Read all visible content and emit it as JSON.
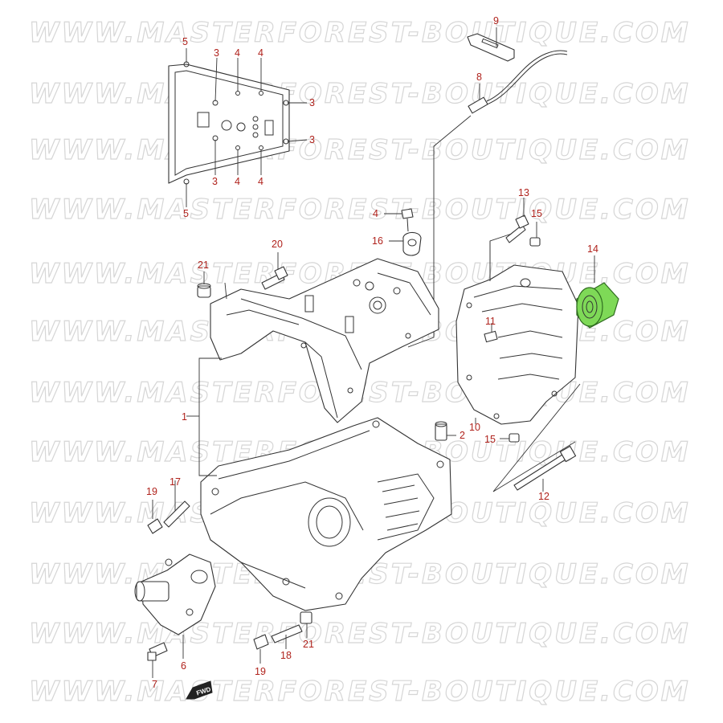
{
  "watermark": {
    "text": "WWW.MASTERFOREST-BOUTIQUE.COM"
  },
  "callouts": [
    {
      "id": "c-9",
      "label": "9"
    },
    {
      "id": "c-8",
      "label": "8"
    },
    {
      "id": "c-5a",
      "label": "5"
    },
    {
      "id": "c-3a",
      "label": "3"
    },
    {
      "id": "c-4a",
      "label": "4"
    },
    {
      "id": "c-4b",
      "label": "4"
    },
    {
      "id": "c-3b",
      "label": "3"
    },
    {
      "id": "c-3c",
      "label": "3"
    },
    {
      "id": "c-3d",
      "label": "3"
    },
    {
      "id": "c-4c",
      "label": "4"
    },
    {
      "id": "c-4d",
      "label": "4"
    },
    {
      "id": "c-5b",
      "label": "5"
    },
    {
      "id": "c-13",
      "label": "13"
    },
    {
      "id": "c-4e",
      "label": "4"
    },
    {
      "id": "c-15a",
      "label": "15"
    },
    {
      "id": "c-16",
      "label": "16"
    },
    {
      "id": "c-20",
      "label": "20"
    },
    {
      "id": "c-14",
      "label": "14"
    },
    {
      "id": "c-21a",
      "label": "21"
    },
    {
      "id": "c-11",
      "label": "11"
    },
    {
      "id": "c-1",
      "label": "1"
    },
    {
      "id": "c-10",
      "label": "10"
    },
    {
      "id": "c-2",
      "label": "2"
    },
    {
      "id": "c-15b",
      "label": "15"
    },
    {
      "id": "c-19a",
      "label": "19"
    },
    {
      "id": "c-17",
      "label": "17"
    },
    {
      "id": "c-12",
      "label": "12"
    },
    {
      "id": "c-6",
      "label": "6"
    },
    {
      "id": "c-21b",
      "label": "21"
    },
    {
      "id": "c-18",
      "label": "18"
    },
    {
      "id": "c-7",
      "label": "7"
    },
    {
      "id": "c-19b",
      "label": "19"
    }
  ],
  "fwd_badge": {
    "text": "FWD"
  },
  "highlight": {
    "part_number": "14",
    "color": "#7ed957"
  }
}
